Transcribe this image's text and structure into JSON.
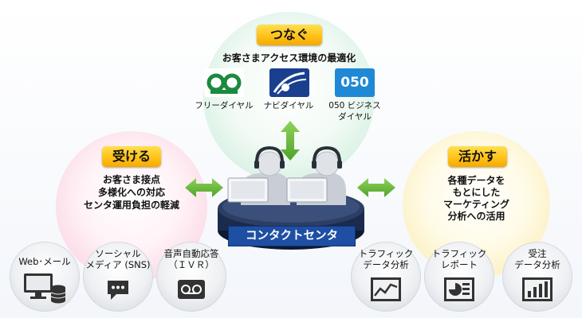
{
  "top": {
    "badge": "つなぐ",
    "headline": "お客さまアクセス環境の最適化",
    "logos": [
      {
        "icon": "free-dial-icon",
        "label": "フリーダイヤル",
        "color": "#1b8a3e"
      },
      {
        "icon": "navi-dial-icon",
        "label": "ナビダイヤル",
        "color": "#1a3f8f"
      },
      {
        "icon": "050-icon",
        "mark": "050",
        "label_line1": "050 ビジネス",
        "label_line2": "ダイヤル",
        "color": "#1f89d6"
      }
    ]
  },
  "left": {
    "badge": "受ける",
    "lines": [
      "お客さま接点",
      "多様化への対応",
      "センタ運用負担の軽減"
    ]
  },
  "right": {
    "badge": "活かす",
    "lines": [
      "各種データを",
      "もとにした",
      "マーケティング",
      "分析への活用"
    ]
  },
  "center": {
    "label": "コンタクトセンタ"
  },
  "left_channels": [
    {
      "line1": "Web･メール",
      "line2": "",
      "icon": "pc-database-icon"
    },
    {
      "line1": "ソーシャル",
      "line2": "メディア (SNS)",
      "icon": "chat-bubble-icon"
    },
    {
      "line1": "音声自動応答",
      "line2": "（ＩＶＲ）",
      "icon": "voicemail-icon"
    }
  ],
  "right_channels": [
    {
      "line1": "トラフィック",
      "line2": "データ分析",
      "icon": "line-chart-icon"
    },
    {
      "line1": "トラフィック",
      "line2": "レポート",
      "icon": "report-icon"
    },
    {
      "line1": "受注",
      "line2": "データ分析",
      "icon": "bar-chart-icon"
    }
  ],
  "colors": {
    "arrow": "#6bbf3a",
    "badge": "#ffc21a",
    "platform": "#1f4fa3",
    "icon_dark": "#333333"
  }
}
